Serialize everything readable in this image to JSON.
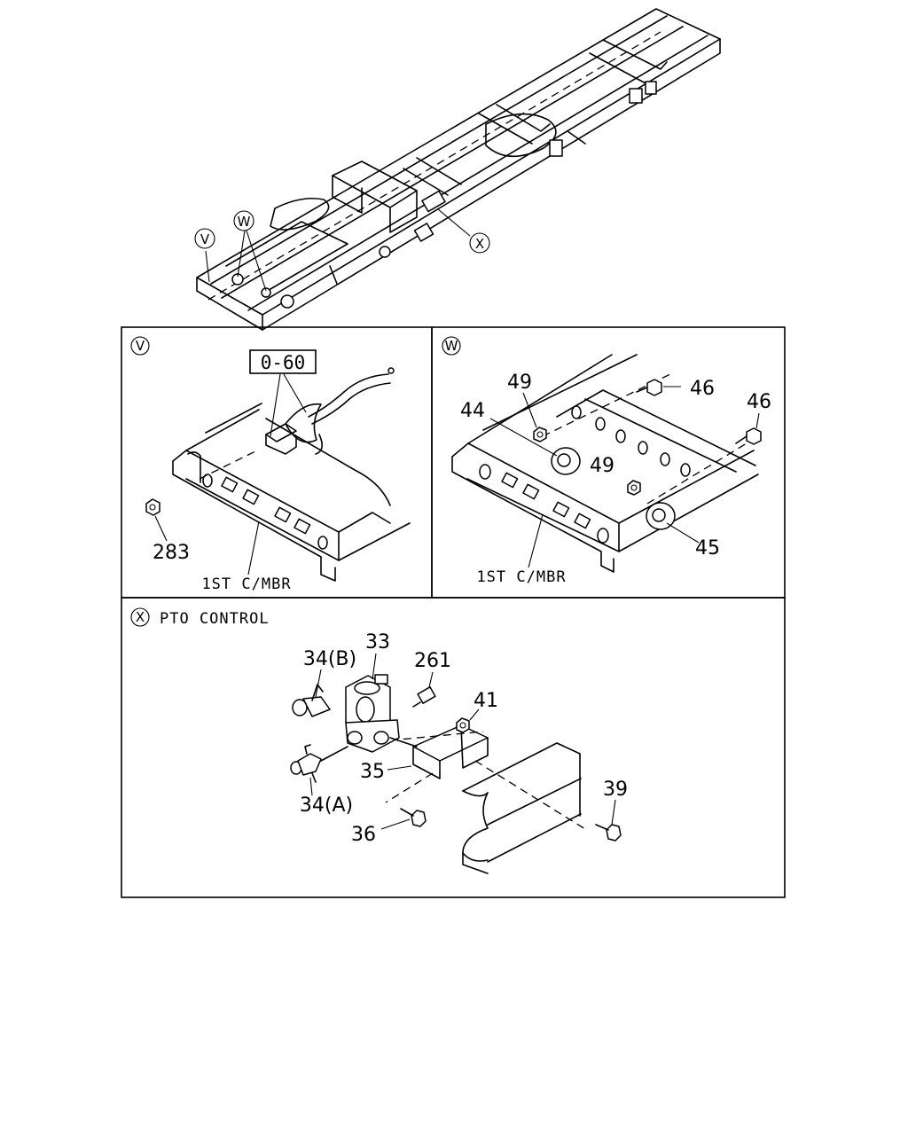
{
  "overview": {
    "callout_v": "V",
    "callout_w": "W",
    "callout_x": "X"
  },
  "panel_v": {
    "letter": "V",
    "ref_box": "0-60",
    "part_283": "283",
    "member_label": "1ST C/MBR"
  },
  "panel_w": {
    "letter": "W",
    "part_49a": "49",
    "part_44": "44",
    "part_46a": "46",
    "part_46b": "46",
    "part_49b": "49",
    "part_45": "45",
    "member_label": "1ST C/MBR"
  },
  "panel_x": {
    "letter": "X",
    "title": "PTO CONTROL",
    "part_34b": "34(B)",
    "part_33": "33",
    "part_261": "261",
    "part_41": "41",
    "part_35": "35",
    "part_34a": "34(A)",
    "part_36": "36",
    "part_39": "39"
  }
}
